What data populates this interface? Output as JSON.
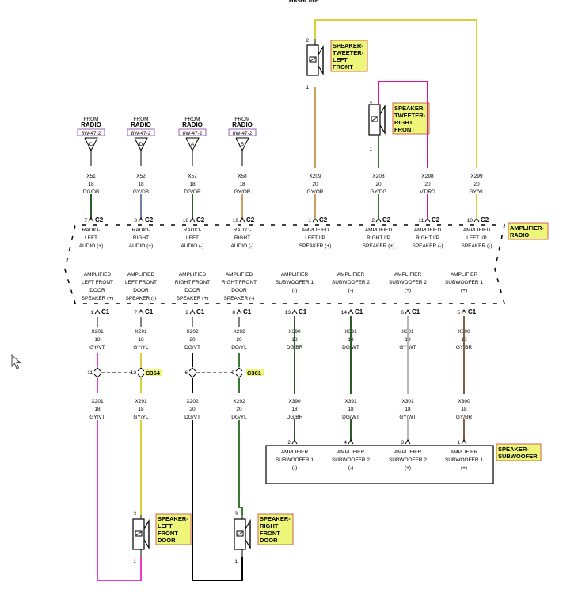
{
  "title": "HIGHLINE",
  "colors": {
    "pink": "#e63cc8",
    "magenta": "#e0138c",
    "yellow": "#d8d038",
    "tan": "#c8a060",
    "dkgreen": "#2a5e26",
    "green": "#3a7a34",
    "grayblue": "#7080a8",
    "gray": "#b8b8b8",
    "brown": "#806040",
    "black": "#000000",
    "labelbg": "#eef67a",
    "labelborder": "#c84040",
    "refbox": "#8040a0"
  },
  "radio_inputs": [
    {
      "from": "FROM",
      "radio": "RADIO",
      "ref": "8W-47-2",
      "pin": "C",
      "circuit": "X51",
      "gauge": "18",
      "color": "DG/DB",
      "cavity": "7",
      "conn": "C2"
    },
    {
      "from": "FROM",
      "radio": "RADIO",
      "ref": "8W-47-2",
      "pin": "D",
      "circuit": "X52",
      "gauge": "18",
      "color": "GY/DB",
      "cavity": "8",
      "conn": "C2"
    },
    {
      "from": "FROM",
      "radio": "RADIO",
      "ref": "8W-47-2",
      "pin": "A",
      "circuit": "X57",
      "gauge": "18",
      "color": "DG/OR",
      "cavity": "18",
      "conn": "C2"
    },
    {
      "from": "FROM",
      "radio": "RADIO",
      "ref": "8W-47-2",
      "pin": "B",
      "circuit": "X58",
      "gauge": "18",
      "color": "GY/OR",
      "cavity": "19",
      "conn": "C2"
    }
  ],
  "c2_right": [
    {
      "circuit": "X209",
      "gauge": "20",
      "color": "GY/OR",
      "cavity": "1",
      "conn": "C2"
    },
    {
      "circuit": "X208",
      "gauge": "20",
      "color": "GY/DG",
      "cavity": "2",
      "conn": "C2"
    },
    {
      "circuit": "X298",
      "gauge": "20",
      "color": "VT/RD",
      "cavity": "11",
      "conn": "C2"
    },
    {
      "circuit": "X299",
      "gauge": "20",
      "color": "GY/YL",
      "cavity": "10",
      "conn": "C2"
    }
  ],
  "tweeter_left": {
    "label": [
      "SPEAKER-",
      "TWEETER-",
      "LEFT",
      "FRONT"
    ],
    "pin_top": "2",
    "pin_bottom": "1"
  },
  "tweeter_right": {
    "label": [
      "SPEAKER-",
      "TWEETER-",
      "RIGHT",
      "FRONT"
    ],
    "pin_top": "2",
    "pin_bottom": "1"
  },
  "amp_label": [
    "AMPLIFIER-",
    "RADIO"
  ],
  "amp_c2_pins": [
    [
      "RADIO-",
      "LEFT",
      "AUDIO (+)"
    ],
    [
      "RADIO-",
      "RIGHT",
      "AUDIO (+)"
    ],
    [
      "RADIO-",
      "LEFT",
      "AUDIO (-)"
    ],
    [
      "RADIO-",
      "RIGHT",
      "AUDIO (-)"
    ],
    [
      "AMPLIFIED",
      "LEFT I/P",
      "SPEAKER (+)"
    ],
    [
      "AMPLIFIED",
      "RIGHT I/P",
      "SPEAKER (+)"
    ],
    [
      "AMPLIFIED",
      "RIGHT I/P",
      "SPEAKER (-)"
    ],
    [
      "AMPLIFIED",
      "LEFT I/P",
      "SPEAKER (-)"
    ]
  ],
  "amp_c1_pins": [
    [
      "AMPLIFIED",
      "LEFT FRONT",
      "DOOR",
      "SPEAKER (+)"
    ],
    [
      "AMPLIFIED",
      "LEFT FRONT",
      "DOOR",
      "SPEAKER (-)"
    ],
    [
      "AMPLIFIED",
      "RIGHT FRONT",
      "DOOR",
      "SPEAKER (+)"
    ],
    [
      "AMPLIFIED",
      "RIGHT FRONT",
      "DOOR",
      "SPEAKER (-)"
    ],
    [
      "AMPLIFIER",
      "SUBWOOFER 1",
      "(-)"
    ],
    [
      "AMPLIFIER",
      "SUBWOOFER 2",
      "(-)"
    ],
    [
      "AMPLIFIER",
      "SUBWOOFER 2",
      "(+)"
    ],
    [
      "AMPLIFIER",
      "SUBWOOFER 1",
      "(+)"
    ]
  ],
  "c1_wires": [
    {
      "cavity": "1",
      "conn": "C1",
      "circuit": "X201",
      "gauge": "18",
      "color": "GY/VT"
    },
    {
      "cavity": "7",
      "conn": "C1",
      "circuit": "X291",
      "gauge": "18",
      "color": "GY/YL"
    },
    {
      "cavity": "2",
      "conn": "C1",
      "circuit": "X202",
      "gauge": "20",
      "color": "DG/VT"
    },
    {
      "cavity": "8",
      "conn": "C1",
      "circuit": "X292",
      "gauge": "20",
      "color": "DG/YL"
    },
    {
      "cavity": "13",
      "conn": "C1",
      "circuit": "X390",
      "gauge": "18",
      "color": "DG/BR"
    },
    {
      "cavity": "14",
      "conn": "C1",
      "circuit": "X391",
      "gauge": "18",
      "color": "DG/WT"
    },
    {
      "cavity": "6",
      "conn": "C1",
      "circuit": "X301",
      "gauge": "18",
      "color": "GY/WT"
    },
    {
      "cavity": "5",
      "conn": "C1",
      "circuit": "X300",
      "gauge": "18",
      "color": "GY/BR"
    }
  ],
  "inline_connectors": {
    "c364": {
      "name": "C364",
      "pins": [
        "11",
        "12"
      ]
    },
    "c361": {
      "name": "C361",
      "pins": [
        "6",
        "9"
      ]
    }
  },
  "lower_wires": [
    {
      "circuit": "X201",
      "gauge": "18",
      "color": "GY/VT"
    },
    {
      "circuit": "X291",
      "gauge": "18",
      "color": "GY/YL"
    },
    {
      "circuit": "X202",
      "gauge": "20",
      "color": "DG/VT"
    },
    {
      "circuit": "X292",
      "gauge": "20",
      "color": "DG/YL"
    }
  ],
  "subwoofer": {
    "label": [
      "SPEAKER-",
      "SUBWOOFER"
    ],
    "pins": [
      {
        "cavity": "2",
        "text": [
          "AMPLIFIER",
          "SUBWOOFER 1",
          "(-)"
        ]
      },
      {
        "cavity": "4",
        "text": [
          "AMPLIFIER",
          "SUBWOOFER 2",
          "(-)"
        ]
      },
      {
        "cavity": "3",
        "text": [
          "AMPLIFIER",
          "SUBWOOFER 2",
          "(+)"
        ]
      },
      {
        "cavity": "1",
        "text": [
          "AMPLIFIER",
          "SUBWOOFER 1",
          "(+)"
        ]
      }
    ]
  },
  "door_left": {
    "label": [
      "SPEAKER-",
      "LEFT",
      "FRONT",
      "DOOR"
    ],
    "pin_top": "3",
    "pin_bottom": "1"
  },
  "door_right": {
    "label": [
      "SPEAKER-",
      "RIGHT",
      "FRONT",
      "DOOR"
    ],
    "pin_top": "3",
    "pin_bottom": "1"
  },
  "cursor_icon": "mouse-pointer-icon"
}
